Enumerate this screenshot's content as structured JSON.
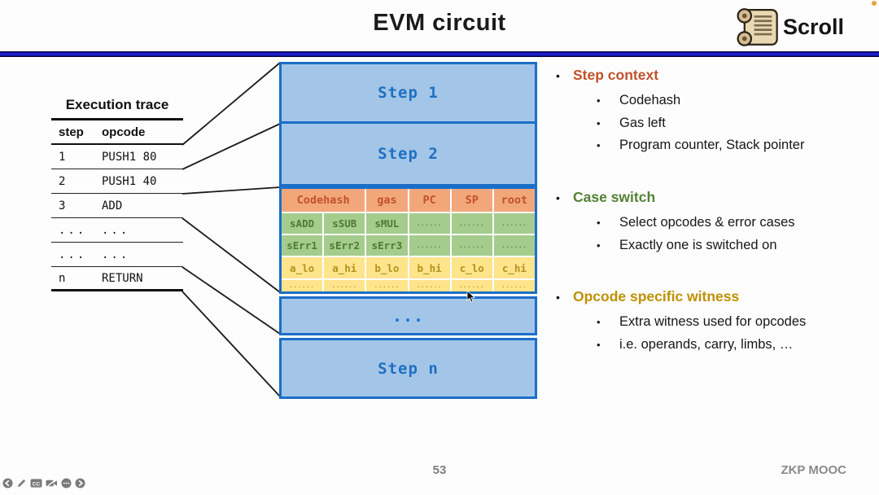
{
  "slide": {
    "title": "EVM circuit",
    "page_number": "53",
    "footer_brand": "ZKP MOOC"
  },
  "logo": {
    "text": "Scroll"
  },
  "chars": {
    "bullet": "•"
  },
  "colors": {
    "accent_blue_border": "#1b6ec8",
    "step_box_fill": "#a3c6e8",
    "step_text_blue": "#1f70c0",
    "header_rule_blue": "#1f1fd0",
    "orange_fill": "#f2a77b",
    "orange_text": "#c1512b",
    "green_fill": "#a4cc8c",
    "green_text": "#4d7a35",
    "yellow_fill": "#ffe48c",
    "yellow_text": "#b5911c",
    "footer_gray": "#7f7f7f"
  },
  "execution_trace": {
    "title": "Execution trace",
    "headers": [
      "step",
      "opcode"
    ],
    "rows": [
      {
        "step": "1",
        "opcode": "PUSH1 80"
      },
      {
        "step": "2",
        "opcode": "PUSH1 40"
      },
      {
        "step": "3",
        "opcode": "ADD"
      },
      {
        "step": "...",
        "opcode": "..."
      },
      {
        "step": "...",
        "opcode": "..."
      },
      {
        "step": "n",
        "opcode": "RETURN"
      }
    ]
  },
  "circuit": {
    "step1_label": "Step 1",
    "step2_label": "Step 2",
    "ellipsis_label": "...",
    "stepn_label": "Step n",
    "table": {
      "header": [
        "Codehash",
        "gas",
        "PC",
        "SP",
        "root"
      ],
      "rows": [
        [
          "sADD",
          "sSUB",
          "sMUL",
          "......",
          "......",
          "......"
        ],
        [
          "sErr1",
          "sErr2",
          "sErr3",
          "......",
          "......",
          "......"
        ],
        [
          "a_lo",
          "a_hi",
          "b_lo",
          "b_hi",
          "c_lo",
          "c_hi"
        ],
        [
          "......",
          "......",
          "......",
          "......",
          "......",
          "......"
        ]
      ]
    }
  },
  "bullets": [
    {
      "heading": "Step context",
      "items": [
        "Codehash",
        "Gas left",
        "Program counter, Stack pointer"
      ]
    },
    {
      "heading": "Case switch",
      "items": [
        "Select opcodes & error cases",
        "Exactly one is switched on"
      ]
    },
    {
      "heading": "Opcode specific witness",
      "items": [
        "Extra witness used for opcodes",
        "i.e. operands, carry, limbs, …"
      ]
    }
  ],
  "player": {
    "cc_label": "CC"
  }
}
